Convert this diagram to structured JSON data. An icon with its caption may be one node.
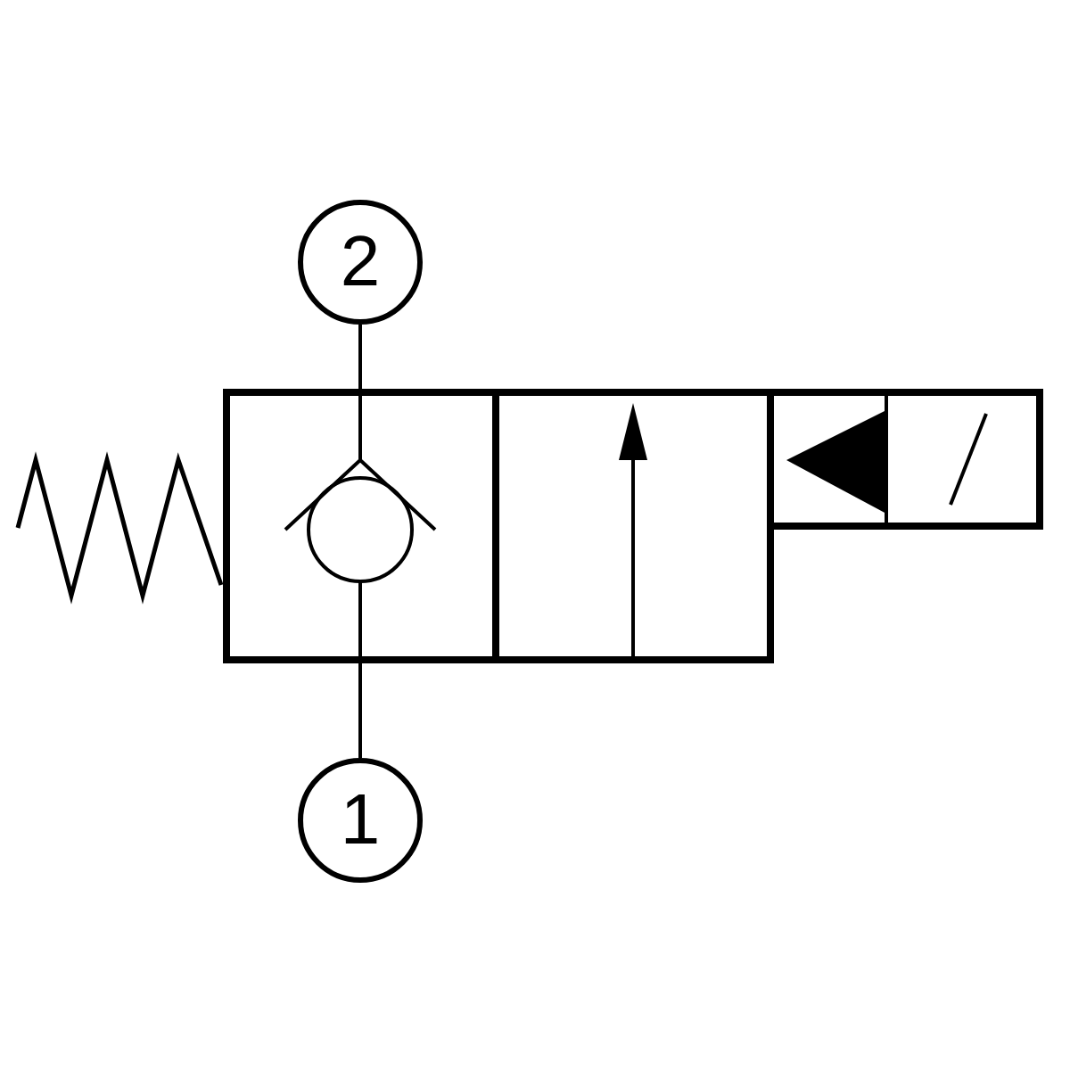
{
  "diagram": {
    "nodes": [
      {
        "text": [
          "2"
        ]
      },
      {
        "text": [],
        "shape": "box"
      },
      {
        "text": [
          "1"
        ]
      }
    ],
    "edges": [
      {
        "from": 0,
        "to": 1,
        "arrow": "none"
      },
      {
        "from": 2,
        "to": 1,
        "arrow": "none"
      }
    ]
  }
}
